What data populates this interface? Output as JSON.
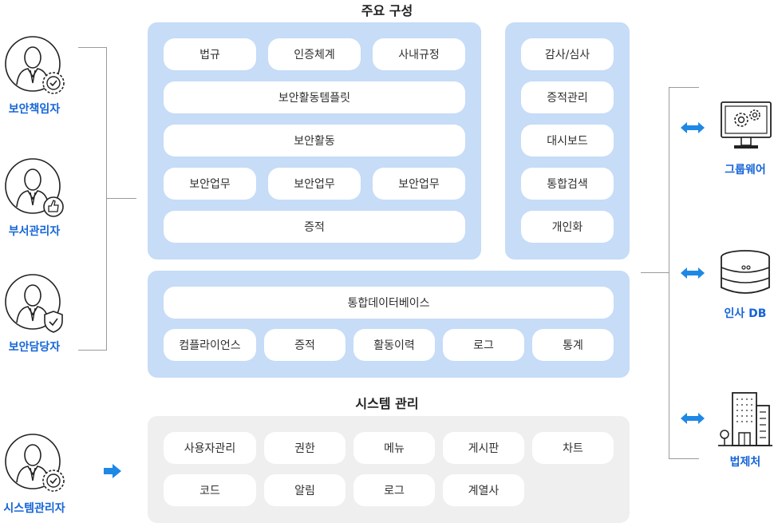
{
  "titles": {
    "main": "주요 구성",
    "system": "시스템 관리"
  },
  "roles": [
    {
      "label": "보안책임자",
      "badge": "check-gear"
    },
    {
      "label": "부서관리자",
      "badge": "thumbs-up"
    },
    {
      "label": "보안담당자",
      "badge": "shield-check"
    },
    {
      "label": "시스템관리자",
      "badge": "check-gear"
    }
  ],
  "core": {
    "row1": [
      "법규",
      "인증체계",
      "사내규정"
    ],
    "row2": "보안활동템플릿",
    "row3": "보안활동",
    "row4": [
      "보안업무",
      "보안업무",
      "보안업무"
    ],
    "row5": "증적"
  },
  "side": [
    "감사/심사",
    "증적관리",
    "대시보드",
    "통합검색",
    "개인화"
  ],
  "integrated": {
    "title": "통합데이터베이스",
    "items": [
      "컴플라이언스",
      "증적",
      "활동이력",
      "로그",
      "통계"
    ]
  },
  "system": {
    "row1": [
      "사용자관리",
      "권한",
      "메뉴",
      "게시판",
      "차트"
    ],
    "row2": [
      "코드",
      "알림",
      "로그",
      "계열사"
    ]
  },
  "externals": [
    {
      "label": "그룹웨어",
      "icon": "monitor-gears-icon"
    },
    {
      "label": "인사 DB",
      "icon": "database-icon"
    },
    {
      "label": "법제처",
      "icon": "building-icon"
    }
  ],
  "colors": {
    "accent": "#1565d8",
    "panel_blue": "#c6dcf7",
    "panel_gray": "#efefef",
    "arrow": "#1e88e5"
  }
}
